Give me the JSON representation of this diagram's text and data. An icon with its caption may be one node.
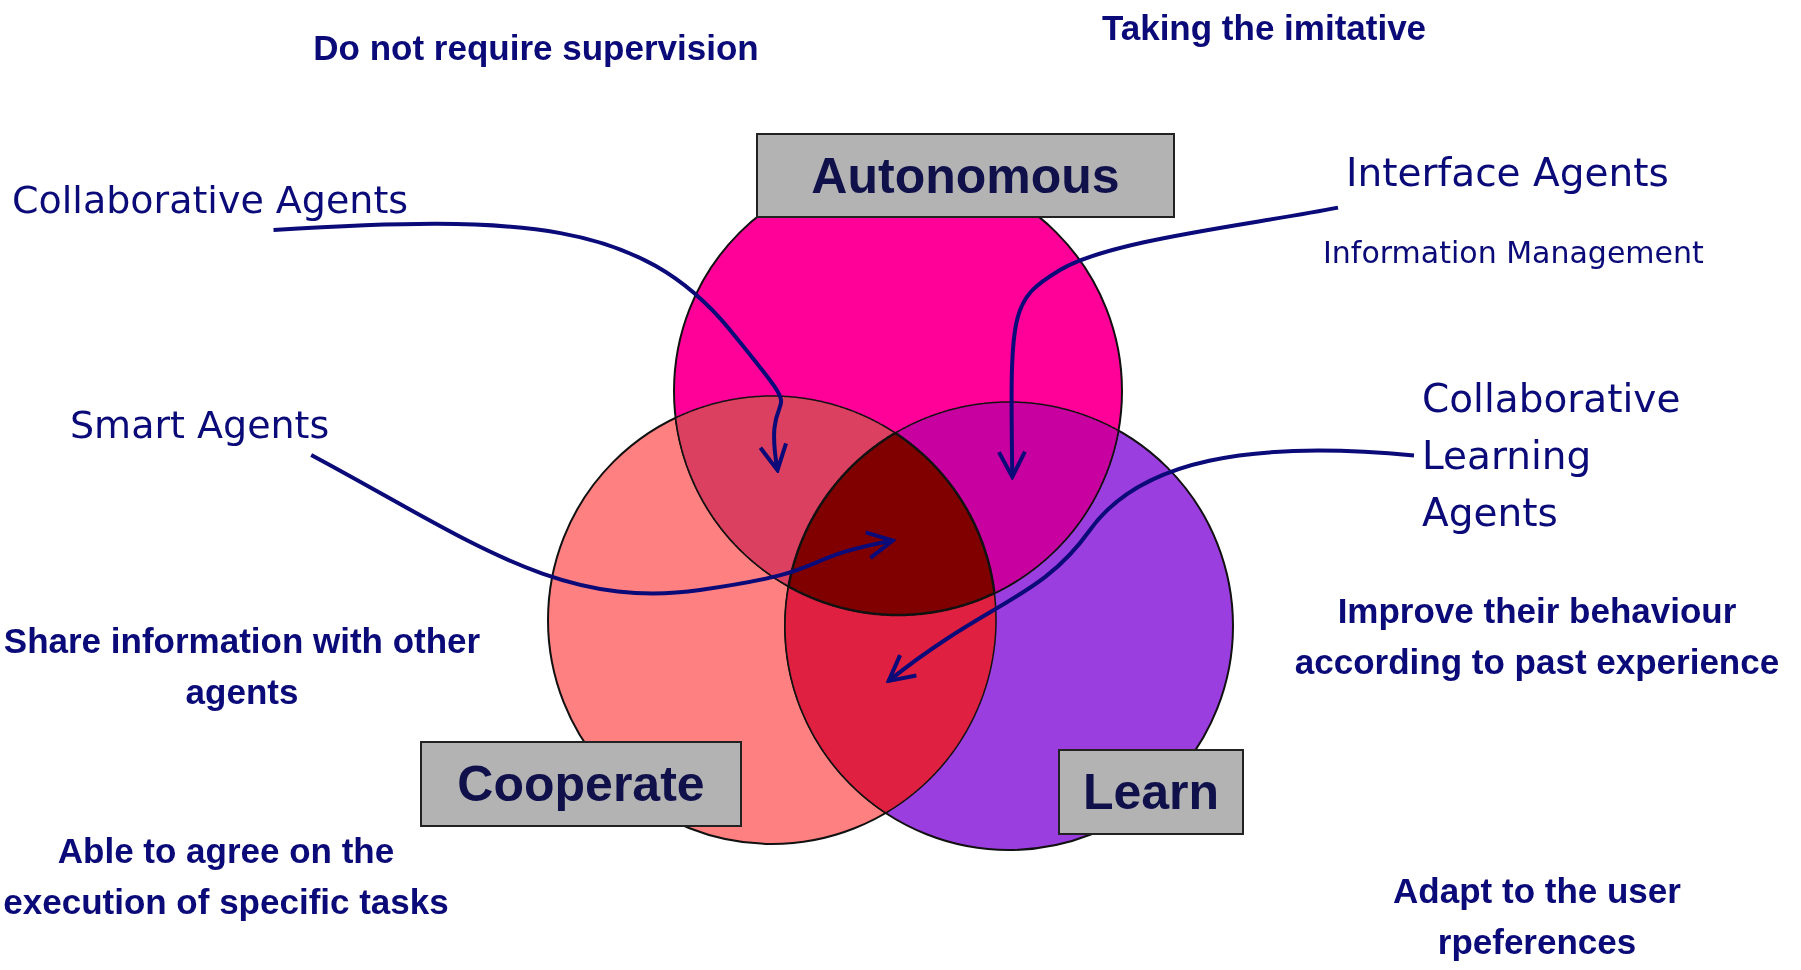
{
  "diagram": {
    "nodes": [
      {
        "text": [
          "Autonomous"
        ]
      },
      {
        "text": [
          "Cooperate"
        ]
      },
      {
        "text": [
          "Learn"
        ]
      },
      {
        "text": [
          "Collaborative Agents"
        ]
      },
      {
        "text": [
          "Interface Agents",
          "Information Management"
        ]
      },
      {
        "text": [
          "Smart Agents"
        ]
      },
      {
        "text": [
          "Collaborative Learning Agents"
        ]
      },
      {
        "text": [],
        "shape": "lens"
      },
      {
        "text": [],
        "shape": "lens"
      },
      {
        "text": [],
        "shape": "triangle"
      },
      {
        "text": [],
        "shape": "lens"
      }
    ],
    "edges": [
      {
        "from": 3,
        "to": 7,
        "arrow": "to"
      },
      {
        "from": 4,
        "to": 8,
        "arrow": "to"
      },
      {
        "from": 5,
        "to": 9,
        "arrow": "to"
      },
      {
        "from": 6,
        "to": 10,
        "arrow": "to"
      }
    ],
    "labels": [
      "Taking the imitative",
      "Do not require supervision",
      "Improve their behaviour according to past experience",
      "Share information with other agents",
      "Able to agree on the execution of specific tasks",
      "Adapt to the user rpeferences"
    ]
  }
}
